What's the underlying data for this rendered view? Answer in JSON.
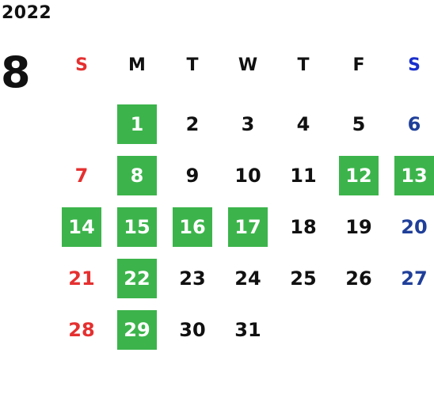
{
  "header": {
    "year": "2022",
    "month": "8"
  },
  "colors": {
    "sunday": "#e53030",
    "saturday": "#1f3f99",
    "weekday": "#111111",
    "highlight_bg": "#3cb44b",
    "highlight_text": "#ffffff"
  },
  "weekdays": [
    "S",
    "M",
    "T",
    "W",
    "T",
    "F",
    "S"
  ],
  "weekday_colors": [
    "#e53030",
    "#111111",
    "#111111",
    "#111111",
    "#111111",
    "#111111",
    "#1a2fcc"
  ],
  "weeks": [
    [
      "",
      "1",
      "2",
      "3",
      "4",
      "5",
      "6"
    ],
    [
      "7",
      "8",
      "9",
      "10",
      "11",
      "12",
      "13"
    ],
    [
      "14",
      "15",
      "16",
      "17",
      "18",
      "19",
      "20"
    ],
    [
      "21",
      "22",
      "23",
      "24",
      "25",
      "26",
      "27"
    ],
    [
      "28",
      "29",
      "30",
      "31",
      "",
      "",
      ""
    ]
  ],
  "highlighted_days": [
    "1",
    "8",
    "12",
    "13",
    "14",
    "15",
    "16",
    "17",
    "22",
    "29"
  ]
}
